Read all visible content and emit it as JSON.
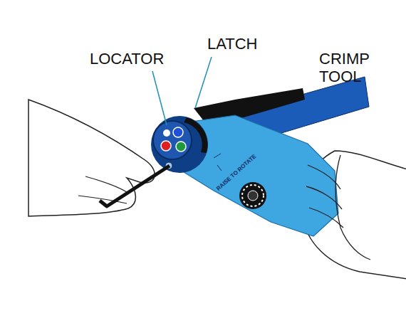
{
  "diagram": {
    "labels": [
      "LOCATOR",
      "LATCH",
      "CRIMP TOOL",
      "RAISE TO ROTATE"
    ]
  }
}
